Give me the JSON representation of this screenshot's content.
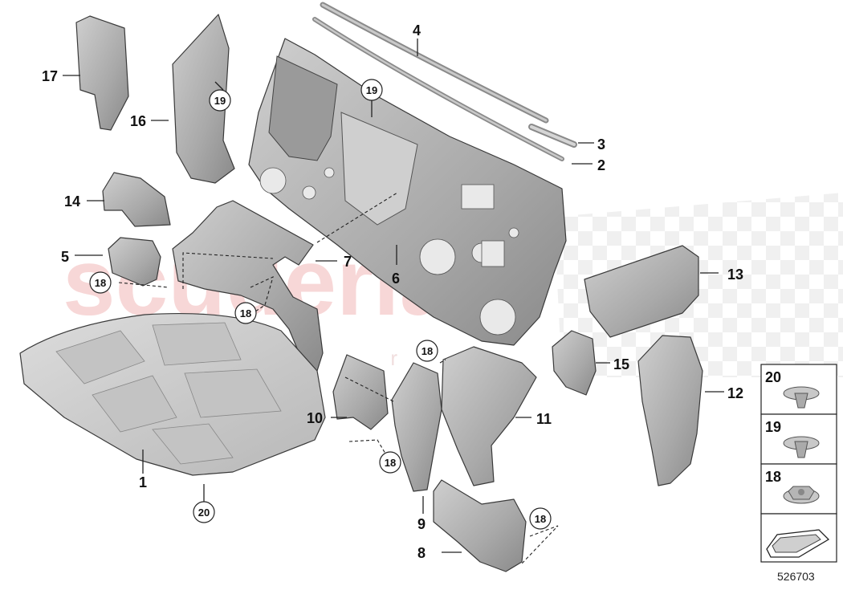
{
  "watermark": {
    "brand": "scuderia",
    "sub": "p a r t s"
  },
  "callouts": {
    "p1": "1",
    "p2": "2",
    "p3": "3",
    "p4": "4",
    "p5": "5",
    "p6": "6",
    "p7": "7",
    "p8": "8",
    "p9": "9",
    "p10": "10",
    "p11": "11",
    "p12": "12",
    "p13": "13",
    "p14": "14",
    "p15": "15",
    "p16": "16",
    "p17": "17",
    "c18": "18",
    "c19": "19",
    "c20": "20"
  },
  "legend": {
    "items": [
      {
        "label": "20",
        "icon": "expanding-rivet-icon"
      },
      {
        "label": "19",
        "icon": "expanding-rivet-icon"
      },
      {
        "label": "18",
        "icon": "hex-nut-icon"
      }
    ],
    "arrow_icon": "direction-arrow-icon"
  },
  "catalog_number": "526703",
  "colors": {
    "part_fill": "#b4b4b4",
    "part_dark": "#8e8e8e",
    "watermark": "#f2b8b8"
  }
}
